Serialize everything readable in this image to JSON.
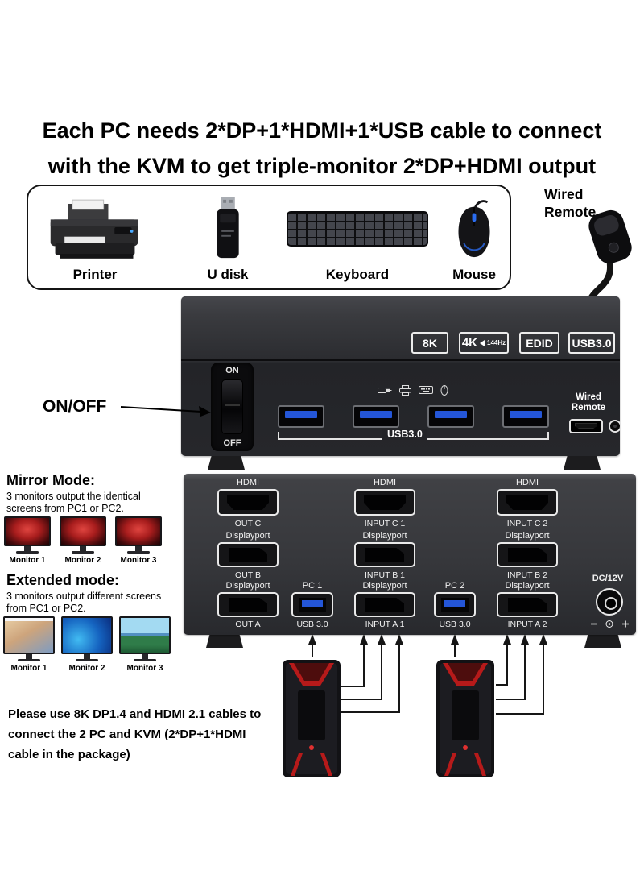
{
  "headline": {
    "line1": "Each PC needs 2*DP+1*HDMI+1*USB cable to connect",
    "line2": "with the KVM to get triple-monitor 2*DP+HDMI output"
  },
  "peripherals": {
    "printer_label": "Printer",
    "udisk_label": "U disk",
    "keyboard_label": "Keyboard",
    "mouse_label": "Mouse"
  },
  "remote_callout": {
    "line1": "Wired",
    "line2": "Remote"
  },
  "front_panel": {
    "badge_8k": "8K",
    "badge_4k": "4K",
    "badge_4k_sub": "144Hz",
    "badge_edid": "EDID",
    "badge_usb30": "USB3.0",
    "switch_on": "ON",
    "switch_off": "OFF",
    "onoff_callout": "ON/OFF",
    "usb_group_label": "USB3.0",
    "wired_remote_line1": "Wired",
    "wired_remote_line2": "Remote"
  },
  "back_panel": {
    "out": {
      "hdmi_label": "HDMI",
      "hdmi_caption": "OUT C",
      "dp_b_label": "Displayport",
      "dp_b_caption": "OUT B",
      "dp_a_label": "Displayport",
      "dp_a_caption": "OUT A"
    },
    "in1": {
      "hdmi_label": "HDMI",
      "hdmi_caption": "INPUT C 1",
      "dp_b_label": "Displayport",
      "dp_b_caption": "INPUT B 1",
      "pc_label": "PC 1",
      "usb_caption": "USB 3.0",
      "dp_a_label": "Displayport",
      "dp_a_caption": "INPUT A 1"
    },
    "in2": {
      "hdmi_label": "HDMI",
      "hdmi_caption": "INPUT C 2",
      "dp_b_label": "Displayport",
      "dp_b_caption": "INPUT B 2",
      "pc_label": "PC 2",
      "usb_caption": "USB 3.0",
      "dp_a_label": "Displayport",
      "dp_a_caption": "INPUT A 2"
    },
    "dc_label": "DC/12V"
  },
  "mirror_mode": {
    "title": "Mirror Mode:",
    "desc_line1": "3 monitors output the identical",
    "desc_line2": "screens from PC1 or PC2.",
    "monitors": [
      "Monitor 1",
      "Monitor 2",
      "Monitor 3"
    ]
  },
  "extended_mode": {
    "title": "Extended mode:",
    "desc_line1": "3 monitors output different screens",
    "desc_line2": "from PC1 or PC2.",
    "monitors": [
      "Monitor 1",
      "Monitor 2",
      "Monitor 3"
    ]
  },
  "note": {
    "line1": "Please use 8K DP1.4 and HDMI 2.1 cables to",
    "line2": "connect the 2 PC and KVM (2*DP+1*HDMI",
    "line3": "cable in the package)"
  },
  "colors": {
    "device_body": "#2c2d31",
    "usb_tongue_blue": "#2456d8",
    "pc_accent_red": "#b61a1a",
    "port_outline_white": "#e9e9e9"
  },
  "icons": [
    "printer-icon",
    "udisk-icon",
    "keyboard-icon",
    "mouse-icon",
    "wired-remote-icon",
    "usb-plug-icon",
    "printer-mini-icon",
    "keyboard-mini-icon",
    "mouse-mini-icon",
    "hdmi-port-icon",
    "displayport-port-icon",
    "usb-port-icon",
    "dc-jack-icon",
    "dc-polarity-icon",
    "monitor-icon",
    "pc-tower-icon",
    "up-arrow-icon",
    "onoff-arrow-icon",
    "left-triangle-icon"
  ]
}
